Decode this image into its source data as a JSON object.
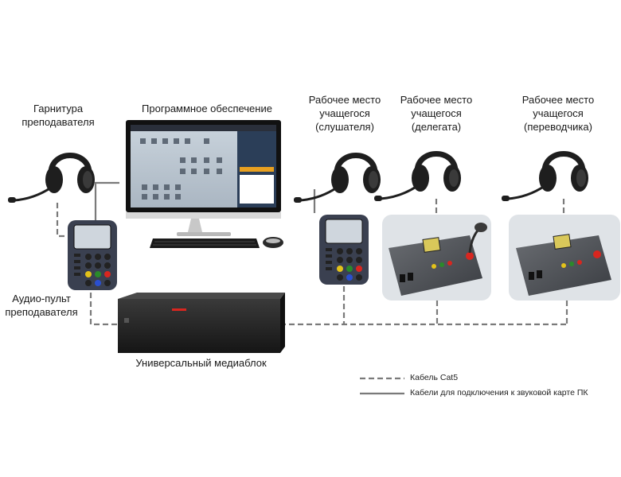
{
  "labels": {
    "teacher_headset": [
      "Гарнитура",
      "преподавателя"
    ],
    "software": [
      "Программное обеспечение"
    ],
    "listener": [
      "Рабочее место",
      "учащегося",
      "(слушателя)"
    ],
    "delegate": [
      "Рабочее место",
      "учащегося",
      "(делегата)"
    ],
    "interpreter": [
      "Рабочее место",
      "учащегося",
      "(переводчика)"
    ],
    "teacher_console": [
      "Аудио-пульт",
      "преподавателя"
    ],
    "media_block": [
      "Универсальный медиаблок"
    ]
  },
  "legend": {
    "cat5": "Кабель Cat5",
    "sound_card": "Кабели для подключения к звуковой карте ПК"
  },
  "colors": {
    "cable": "#7a7a7a",
    "device_dark": "#2a2f3a",
    "accent_red": "#d8261f"
  },
  "icons": [
    "headset-icon",
    "monitor-icon",
    "keyboard-icon",
    "mouse-icon",
    "audio-console-icon",
    "student-panel-icon",
    "media-block-icon"
  ]
}
